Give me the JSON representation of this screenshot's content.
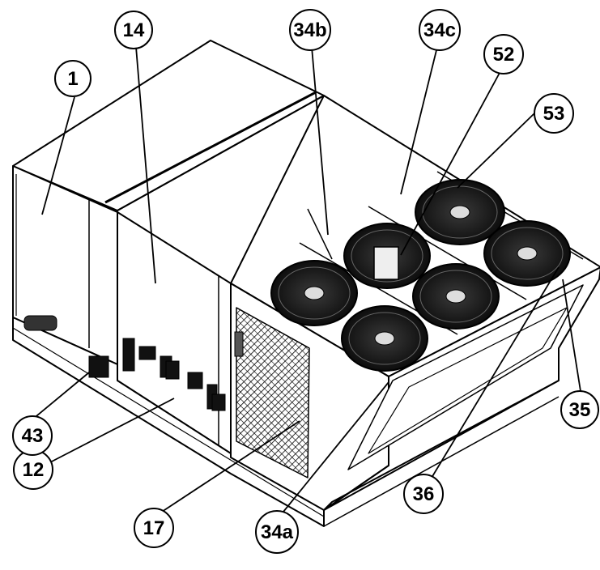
{
  "figure": {
    "callouts": [
      {
        "id": "c1",
        "label": "1"
      },
      {
        "id": "c14",
        "label": "14"
      },
      {
        "id": "c34b",
        "label": "34b"
      },
      {
        "id": "c34c",
        "label": "34c"
      },
      {
        "id": "c52",
        "label": "52"
      },
      {
        "id": "c53",
        "label": "53"
      },
      {
        "id": "c35",
        "label": "35"
      },
      {
        "id": "c36",
        "label": "36"
      },
      {
        "id": "c34a",
        "label": "34a"
      },
      {
        "id": "c17",
        "label": "17"
      },
      {
        "id": "c12",
        "label": "12"
      },
      {
        "id": "c43",
        "label": "43"
      }
    ],
    "colors": {
      "line": "#000000",
      "background": "#ffffff",
      "panel": "#ffffff",
      "fan": "#1a1a1a"
    }
  }
}
